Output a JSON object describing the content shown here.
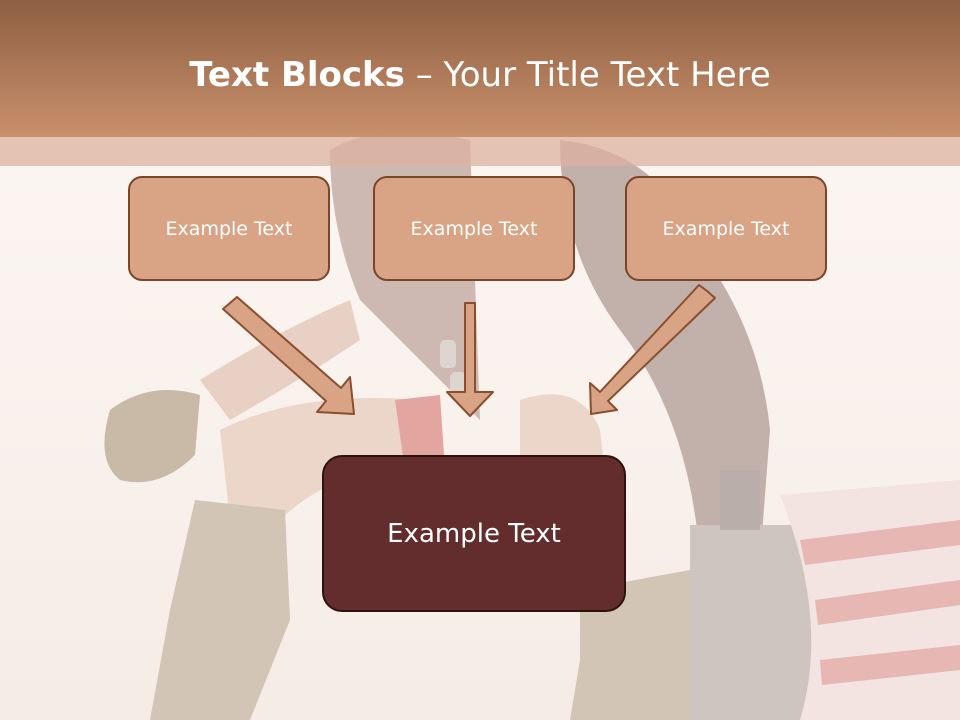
{
  "slide": {
    "title_bold": "Text Blocks",
    "title_rest": " – Your Title Text Here",
    "box_left": "Example Text",
    "box_center": "Example Text",
    "box_right": "Example Text",
    "box_main": "Example Text"
  },
  "colors": {
    "title_band": "#b07a58",
    "small_box_fill": "#d9a486",
    "small_box_border": "#7c4428",
    "main_box_fill": "#632d2d",
    "arrow_fill": "#d9a486"
  },
  "icons": {
    "arrow": "down-arrow-icon"
  }
}
